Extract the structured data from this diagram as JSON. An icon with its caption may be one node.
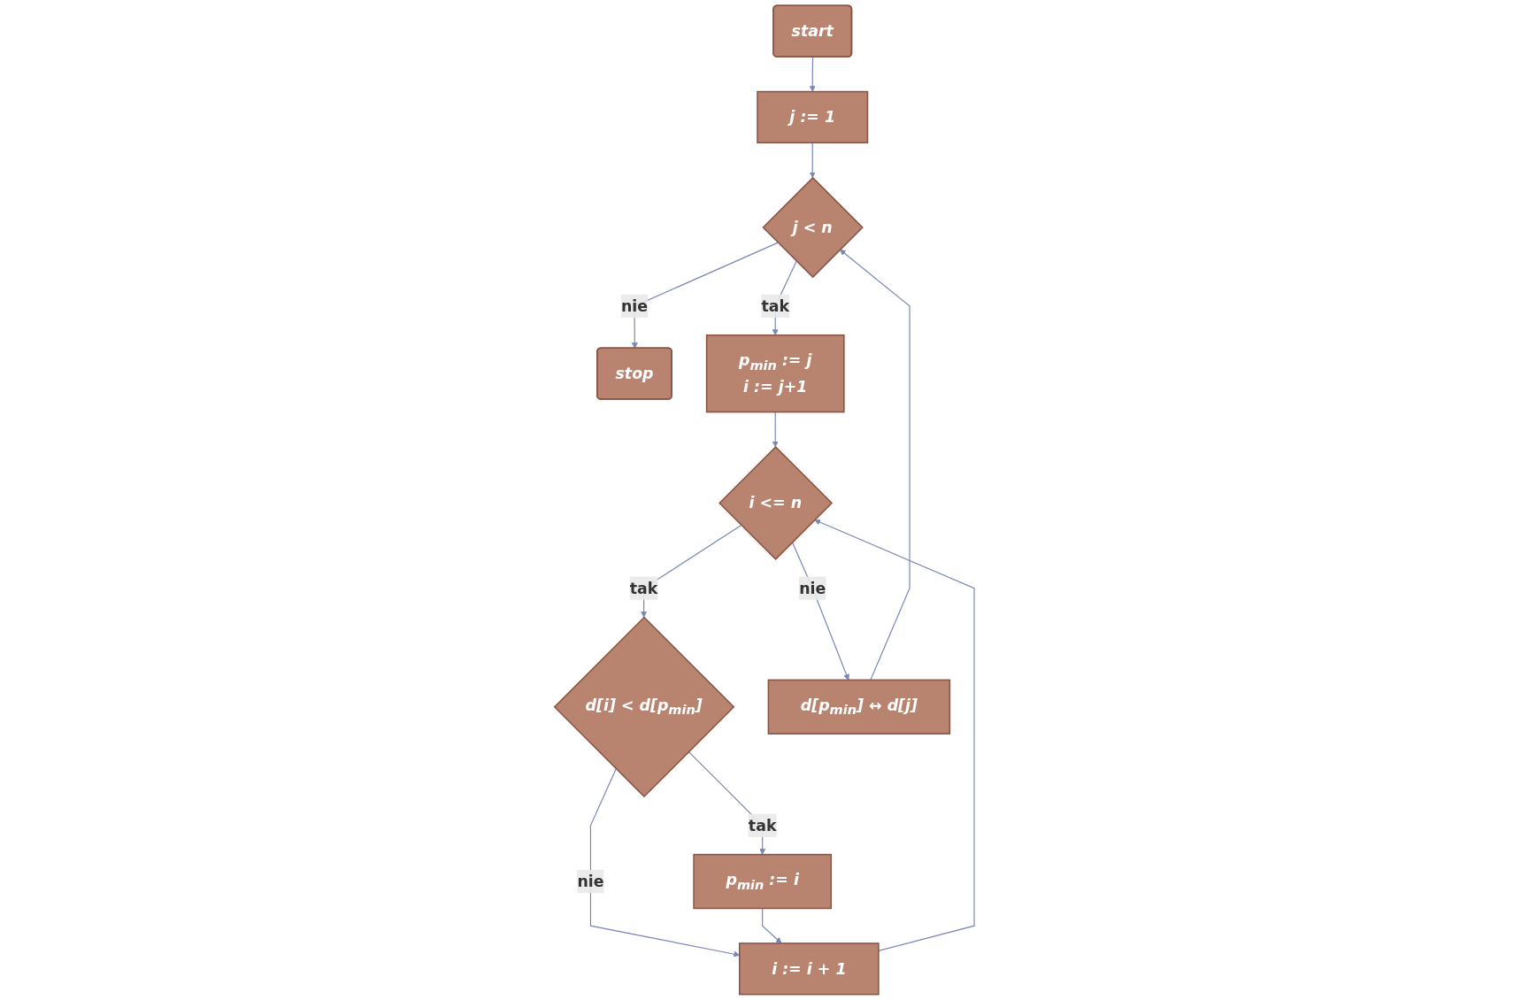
{
  "diagram": {
    "nodes": [
      {
        "text": [
          "start"
        ]
      },
      {
        "text": [
          "j := 1"
        ]
      },
      {
        "text": [
          "j < n"
        ]
      },
      {
        "text": [
          "stop"
        ]
      },
      {
        "text": [
          "p$_{min}$ := j",
          "i := j+1"
        ]
      },
      {
        "text": [
          "i <= n"
        ]
      },
      {
        "text": [
          "d[i] < d[p$_{min}$]"
        ]
      },
      {
        "text": [
          "p$_{min}$ := i"
        ]
      },
      {
        "text": [
          "i := i + 1"
        ]
      },
      {
        "text": [
          "d[p$_{min}$] ↔ d[j]"
        ]
      }
    ],
    "edges": [
      {
        "from": 0,
        "to": 1,
        "arrow": "to"
      },
      {
        "from": 1,
        "to": 2,
        "arrow": "to"
      },
      {
        "from": 2,
        "to": 3,
        "arrow": "to",
        "label": "nie"
      },
      {
        "from": 2,
        "to": 4,
        "arrow": "to",
        "label": "tak"
      },
      {
        "from": 4,
        "to": 5,
        "arrow": "to"
      },
      {
        "from": 5,
        "to": 9,
        "arrow": "to",
        "label": "nie"
      },
      {
        "from": 5,
        "to": 6,
        "arrow": "to",
        "label": "tak"
      },
      {
        "from": 6,
        "to": 7,
        "arrow": "to",
        "label": "tak"
      },
      {
        "from": 6,
        "to": 8,
        "arrow": "to",
        "label": "nie"
      },
      {
        "from": 7,
        "to": 8,
        "arrow": "to"
      },
      {
        "from": 8,
        "to": 5,
        "arrow": "to"
      },
      {
        "from": 9,
        "to": 2,
        "arrow": "to"
      }
    ]
  }
}
